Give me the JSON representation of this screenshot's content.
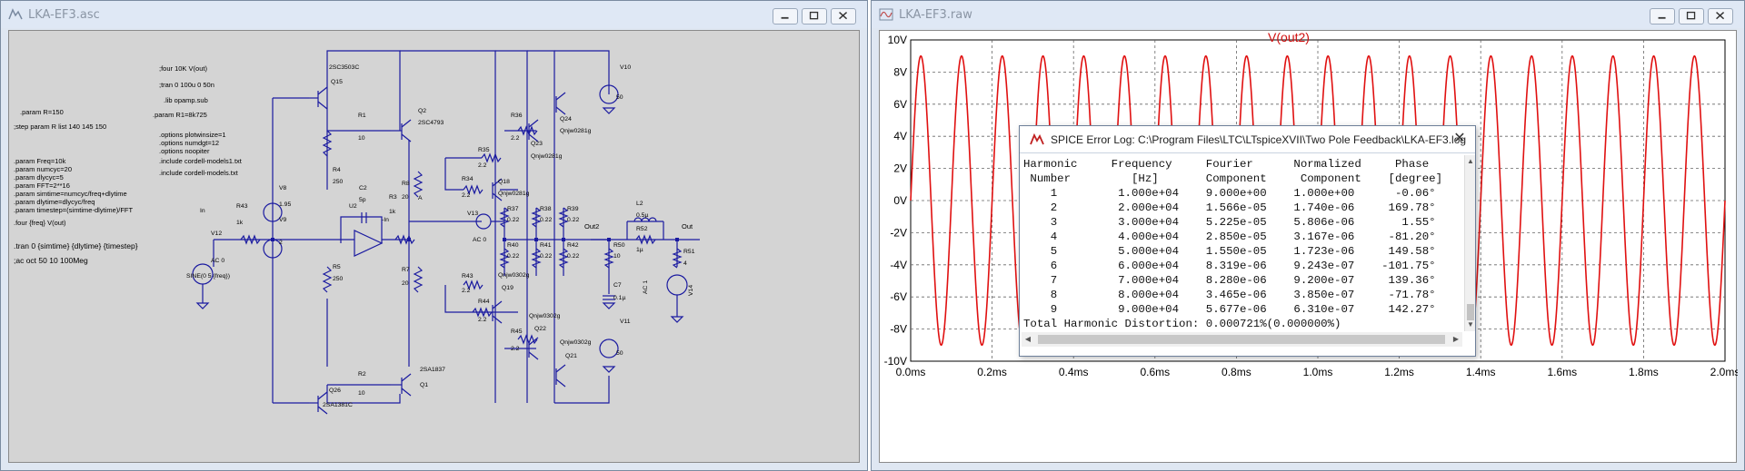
{
  "schematic_window": {
    "title": "LKA-EF3.asc",
    "directives": {
      "four_out": ";four 10K V(out)",
      "tran1": ";tran 0 100u 0 50n",
      "lib": ".lib opamp.sub",
      "param_r1": ".param R1=8k725",
      "param_r": ".param R=150",
      "step": ";step param R list 140 145 150",
      "opt1": ".options plotwinsize=1",
      "opt2": ".options numdgt=12",
      "opt3": ".options noopiter",
      "inc1": ".include cordell-models1.txt",
      "inc2": ".include cordell-models.txt",
      "p_freq": ".param Freq=10k",
      "p_numcyc": ".param numcyc=20",
      "p_dlycyc": ".param dlycyc=5",
      "p_fft": ".param FFT=2**16",
      "p_simtime": ".param simtime=numcyc/freq+dlytime",
      "p_dlytime": ".param dlytime=dlycyc/freq",
      "p_timestep": ".param timestep=(simtime-dlytime)/FFT",
      "four_freq": ".four {freq} V(out)",
      "tran2": ".tran 0 {simtime} {dlytime} {timestep}",
      "ac": ";ac oct 50 10 100Meg"
    },
    "components": {
      "q15_model": "2SC3503C",
      "q15": "Q15",
      "q2": "Q2",
      "q2_model": "2SC4793",
      "r1": "R1",
      "r1_val": "10",
      "r4": "R4",
      "r4_val": "250",
      "r5": "R5",
      "r5_val": "250",
      "r2": "R2",
      "r2_val": "10",
      "q26": "Q26",
      "q26_model": "2SA1381C",
      "q1_model": "2SA1837",
      "q1": "Q1",
      "r8": "R8",
      "r8_val": "20",
      "r7": "R7",
      "r7_val": "20",
      "v8": "V8",
      "v8_val": "1.95",
      "v9": "V9",
      "v9_val": "2",
      "c2": "C2",
      "c2_val": "5p",
      "u2": "U2",
      "r43": "R43",
      "r43_val": "1k",
      "r3": "R3",
      "r3_val": "1k",
      "in": "In",
      "in_minus": "-In",
      "a": "A",
      "v12": "V12",
      "ac0": "AC 0",
      "sine": "SINE(0 5 {freq})",
      "r36": "R36",
      "r36_val": "2.2",
      "r35": "R35",
      "r35_val": "2.2",
      "r34": "R34",
      "r34_val": "2.2",
      "q18": "Q18",
      "q18_model": "Qnjw0281g",
      "q23": "Q23",
      "q23_model": "Qnjw0281g",
      "q24": "Q24",
      "q24_model": "Qnjw0281g",
      "r37": "R37",
      "r37_val": "0.22",
      "r38": "R38",
      "r38_val": "0.22",
      "r39": "R39",
      "r39_val": "0.22",
      "r40": "R40",
      "r40_val": "0.22",
      "r41": "R41",
      "r41_val": "0.22",
      "r42": "R42",
      "r42_val": "0.22",
      "v13": "V13",
      "ac0b": "AC 0",
      "r43b": "R43",
      "r43b_val": "2.2",
      "r44": "R44",
      "r44_val": "2.2",
      "r45": "R45",
      "r45_val": "2.2",
      "q19": "Q19",
      "q19_model": "Qnjw0302g",
      "q22": "Q22",
      "q22_model": "Qnjw0302g",
      "q21": "Q21",
      "q21_model": "Qnjw0302g",
      "v10": "V10",
      "v10_val": "50",
      "v11": "V11",
      "v11_val": "50",
      "out2": "Out2",
      "r50": "R50",
      "r50_val": "10",
      "c7": "C7",
      "c7_val": "0.1µ",
      "l2": "L2",
      "l2_val": "0.5µ",
      "r52": "R52",
      "r52_val": "1µ",
      "out": "Out",
      "r51": "R51",
      "r51_val": "4",
      "ac1": "AC 1",
      "v14": "V14"
    }
  },
  "waveform_window": {
    "title": "LKA-EF3.raw",
    "trace_label": "V(out2)"
  },
  "chart_data": {
    "type": "line",
    "title": "V(out2)",
    "xlabel": "",
    "ylabel": "",
    "x_ticks": [
      "0.0ms",
      "0.2ms",
      "0.4ms",
      "0.6ms",
      "0.8ms",
      "1.0ms",
      "1.2ms",
      "1.4ms",
      "1.6ms",
      "1.8ms",
      "2.0ms"
    ],
    "y_ticks": [
      "10V",
      "8V",
      "6V",
      "4V",
      "2V",
      "0V",
      "-2V",
      "-4V",
      "-6V",
      "-8V",
      "-10V"
    ],
    "xlim": [
      0,
      2.0
    ],
    "ylim": [
      -10,
      10
    ],
    "grid": true,
    "series": [
      {
        "name": "V(out2)",
        "color": "#e01010",
        "amplitude": 9.0,
        "frequency_hz": 10000,
        "x_unit": "ms"
      }
    ]
  },
  "spice_log": {
    "title": "SPICE Error Log: C:\\Program Files\\LTC\\LTspiceXVII\\Two Pole Feedback\\LKA-EF3.log",
    "header1": "Harmonic     Frequency     Fourier      Normalized     Phase",
    "header2": " Number         [Hz]       Component     Component    [degree]",
    "rows": [
      "    1         1.000e+04    9.000e+00    1.000e+00      -0.06°",
      "    2         2.000e+04    1.566e-05    1.740e-06     169.78°",
      "    3         3.000e+04    5.225e-05    5.806e-06       1.55°",
      "    4         4.000e+04    2.850e-05    3.167e-06     -81.20°",
      "    5         5.000e+04    1.550e-05    1.723e-06     149.58°",
      "    6         6.000e+04    8.319e-06    9.243e-07    -101.75°",
      "    7         7.000e+04    8.280e-06    9.200e-07     139.36°",
      "    8         8.000e+04    3.465e-06    3.850e-07     -71.78°",
      "    9         9.000e+04    5.677e-06    6.310e-07     142.27°"
    ],
    "thd": "Total Harmonic Distortion: 0.000721%(0.000000%)"
  },
  "colors": {
    "wire": "#1a1aa0",
    "text": "#000000",
    "trace": "#e01010",
    "schematic_bg": "#d4d4d4"
  }
}
